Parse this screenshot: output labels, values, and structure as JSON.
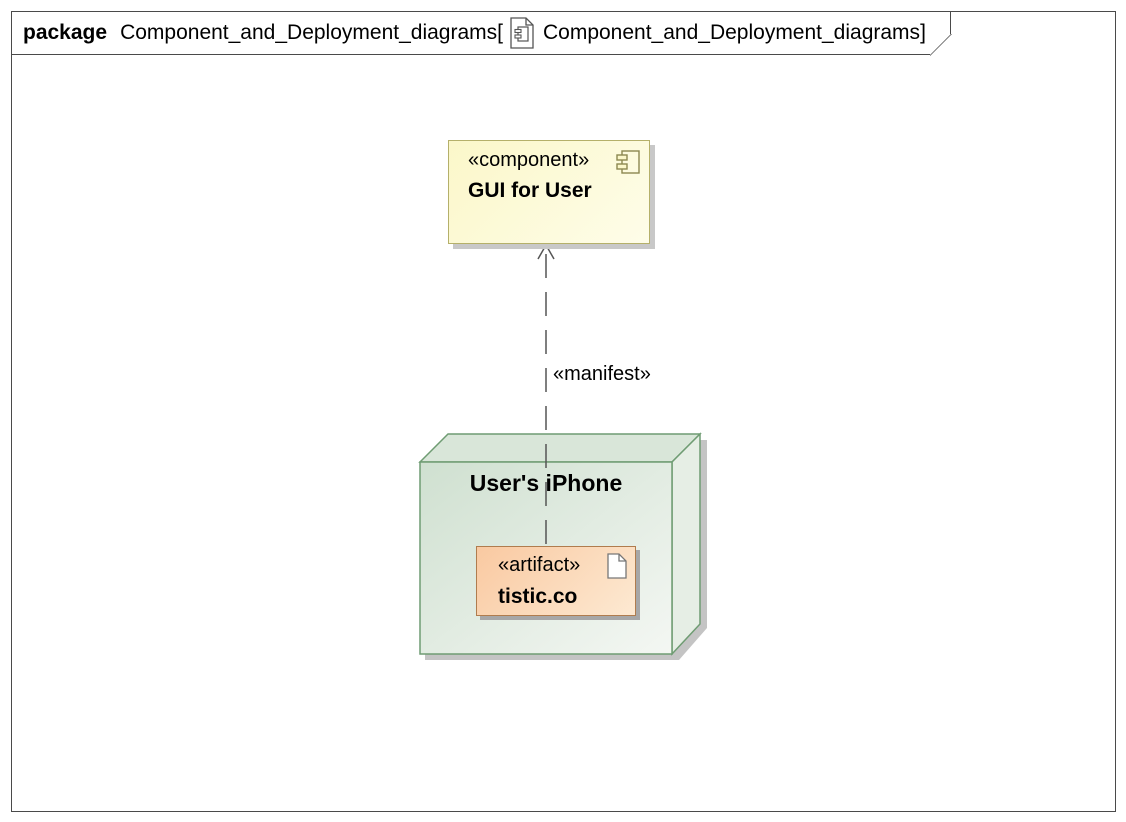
{
  "frame": {
    "keyword": "package",
    "name": "Component_and_Deployment_diagrams",
    "open_bracket": "[",
    "diagram_name": "Component_and_Deployment_diagrams",
    "close_bracket": "]",
    "diagram_icon": "component-diagram-icon"
  },
  "component": {
    "stereotype": "«component»",
    "name": "GUI for User",
    "icon": "component-icon",
    "fill": "#fbf7c9",
    "border": "#b5b06a"
  },
  "node": {
    "name": "User's iPhone",
    "fill": "#dfe9df",
    "border": "#6f9c73"
  },
  "artifact": {
    "stereotype": "«artifact»",
    "name": "tistic.co",
    "icon": "document-icon",
    "fill": "#f9c9a1",
    "border": "#b07c4e"
  },
  "dependency": {
    "label": "«manifest»",
    "style": "dashed-open-arrow"
  }
}
